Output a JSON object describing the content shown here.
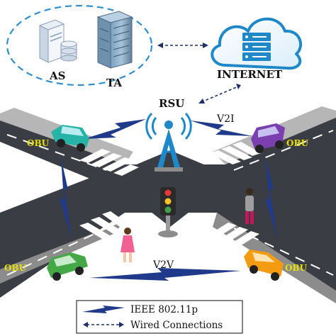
{
  "labels": {
    "as": "AS",
    "ta": "TA",
    "internet": "INTERNET",
    "rsu": "RSU",
    "v2i": "V2I",
    "v2v": "V2V",
    "obu": "OBU"
  },
  "legend": {
    "wireless": "IEEE 802.11p",
    "wired": "Wired Connections"
  },
  "colors": {
    "road": "#3b3d44",
    "sidewalk": "#b6b6b6",
    "cloud": "#1e88c8",
    "dashed_ellipse": "#2e8fd0",
    "wireless_bolt": "#1f3a8a",
    "car_top_left": "#27b3a6",
    "car_top_right": "#7b3fb0",
    "car_bottom_left": "#45a847",
    "car_bottom_right": "#f39c12"
  },
  "icons": [
    "server-icon",
    "database-icon",
    "building-icon",
    "cloud-server-icon",
    "antenna-tower-icon",
    "traffic-light-icon",
    "pedestrian-icon"
  ]
}
